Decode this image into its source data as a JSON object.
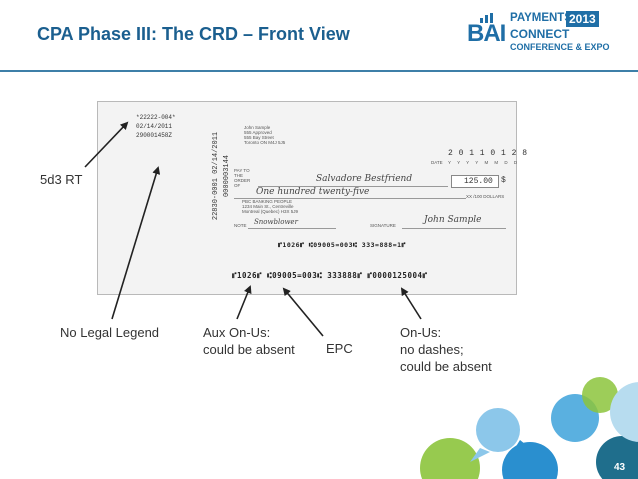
{
  "slide": {
    "title": "CPA Phase III: The CRD – Front View",
    "page_number": "43"
  },
  "logo": {
    "brand": "BAI",
    "line1": "PAYMENTS",
    "year": "2013",
    "line2": "CONNECT",
    "line3": "CONFERENCE & EXPO"
  },
  "check": {
    "top_codes": [
      "*22222-004*",
      "02/14/2011",
      "290001458Z"
    ],
    "vertical_endorsement": "22830-0001 02/14/2011",
    "vertical_seq": "0000003144",
    "drawer_address": [
      "John Sample",
      "555 Approved",
      "555 Bay Street",
      "Toronto ON M4J 5J5"
    ],
    "date_label": "DATE",
    "date_value": "2 0 1 1 0 1 2 8",
    "date_format": "Y Y Y Y M M D D",
    "pay_label": "PAY TO THE ORDER OF",
    "payee": "Salvadore Bestfriend",
    "amount": "125.00",
    "currency_symbol": "$",
    "amount_words": "One hundred twenty-five",
    "dollars_suffix": "XX /100 DOLLARS",
    "bank_lines": [
      "PBC BANKING PEOPLE",
      "1234 Main St., Centreville",
      "Montreal (Quebec) H3X 5J9"
    ],
    "memo_label": "NOTE",
    "memo": "Snowblower",
    "signature_label": "SIGNATURE",
    "signature": "John Sample",
    "inner_micr": "⑈1026⑈ ⑆09005=003⑆ 333=888=1⑈",
    "micr": "⑈1026⑈  ⑆09005=003⑆  333888⑈  ⑈0000125004⑈"
  },
  "annotations": {
    "rt": "5d3 RT",
    "legend": "No Legal Legend",
    "aux_1": "Aux On-Us:",
    "aux_2": "could be absent",
    "epc": "EPC",
    "onus_1": "On-Us:",
    "onus_2": "no dashes;",
    "onus_3": "could be absent"
  },
  "colors": {
    "title": "#1b5f8f",
    "rule": "#3d7fa8",
    "logo": "#1f6ea6",
    "bubble_blue": "#2a8fcf",
    "bubble_light": "#8cc7ea",
    "bubble_green": "#8cc43c",
    "bubble_teal": "#1f6e8c"
  }
}
